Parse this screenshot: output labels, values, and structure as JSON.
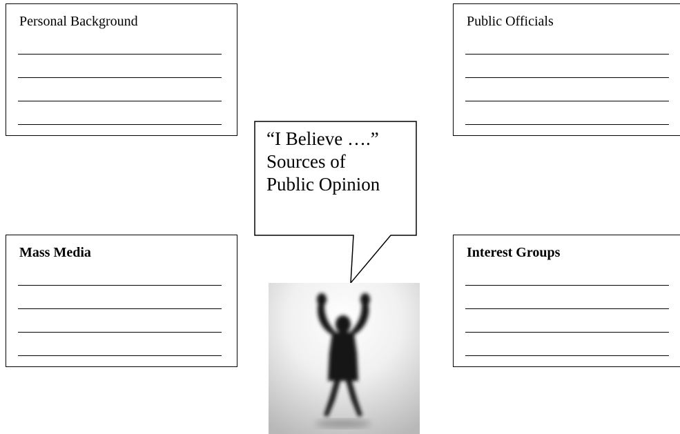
{
  "boxes": {
    "personal_background": {
      "title": "Personal Background"
    },
    "public_officials": {
      "title": "Public Officials"
    },
    "mass_media": {
      "title": "Mass Media"
    },
    "interest_groups": {
      "title": "Interest Groups"
    }
  },
  "speech_bubble": {
    "line1": "“I Believe ….”",
    "line2": "Sources of",
    "line3": "Public Opinion"
  }
}
